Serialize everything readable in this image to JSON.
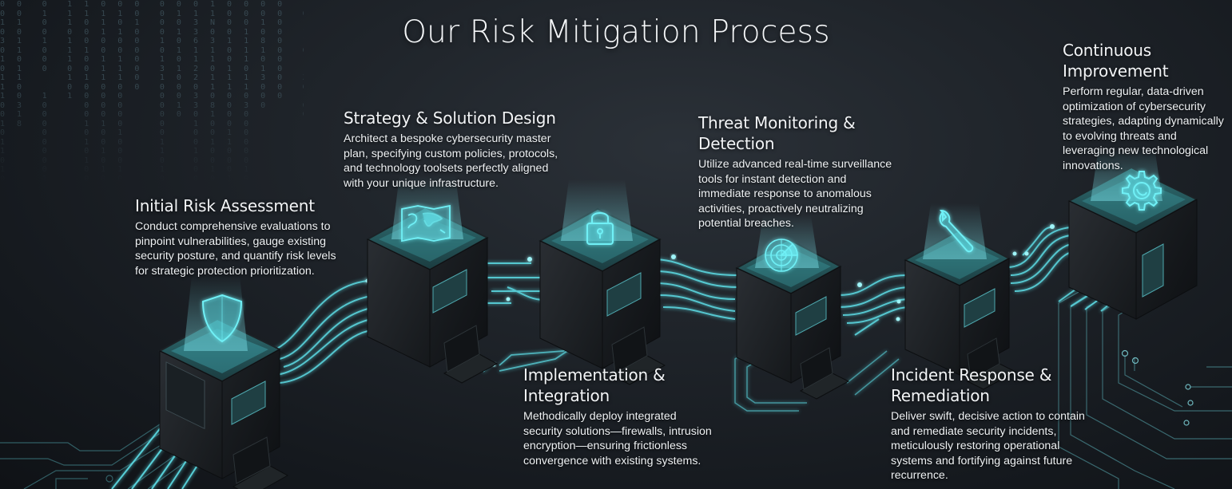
{
  "title": "Our Risk Mitigation Process",
  "colors": {
    "background": "#1a1f24",
    "accent": "#5fe3ec",
    "text": "#f2f4f6",
    "matrix_digits": "#4f6b76"
  },
  "steps": [
    {
      "index": 1,
      "title": "Initial Risk Assessment",
      "description": "Conduct comprehensive evaluations to pinpoint vulnerabilities, gauge existing security posture, and quantify risk levels for strategic protection prioritization.",
      "icon": "shield-icon"
    },
    {
      "index": 2,
      "title": "Strategy & Solution Design",
      "description": "Architect a bespoke cybersecurity master plan, specifying custom policies, protocols, and technology toolsets perfectly aligned with your unique infrastructure.",
      "icon": "world-map-icon"
    },
    {
      "index": 3,
      "title_line1": "Implementation &",
      "title_line2": "Integration",
      "description": "Methodically deploy integrated security solutions—firewalls, intrusion encryption—ensuring frictionless convergence with existing systems.",
      "icon": "padlock-icon"
    },
    {
      "index": 4,
      "title_line1": "Threat Monitoring &",
      "title_line2": "Detection",
      "description": "Utilize advanced real-time surveillance tools for instant detection and immediate response to anomalous activities, proactively neutralizing potential breaches.",
      "icon": "radar-icon"
    },
    {
      "index": 5,
      "title_line1": "Incident Response &",
      "title_line2": "Remediation",
      "description": "Deliver swift, decisive action to contain and remediate security incidents, meticulously restoring operational systems and fortifying against future recurrence.",
      "icon": "wrench-icon"
    },
    {
      "index": 6,
      "title_line1": "Continuous",
      "title_line2": "Improvement",
      "description": "Perform regular, data-driven optimization of cybersecurity strategies, adapting dynamically to evolving threats and leveraging new technological innovations.",
      "icon": "gear-icon"
    }
  ],
  "matrix": "0 0  0  1 1 0 0 0  0 0 0 1 0 0 0 0  1 0 0 0\n0 0  1  1 1 1 1 0  0 1 1 1 0 0 0 0  0 1 0 1\n1 1  0  1 0 1 0 1  0 0 3 N 0 0 1 0  1 0 0 1\n0 0  0  0 0 1 1 0  0 1 3 0 0 1 0 0  1 0 0 1\n3 1  1  1 0 0 0 0  1 0 6 3 1 1 8 0  1 1 0 1\n0 1  0  1 1 0 0 0  0 1 1 1 0 1 1 0  0 0 0 0\n1 0  0  1 0 1 1 0  1 0 1 1 0 1 0 0  1 1 1 0\n0 1  0  0 0 1 1 0  3 1 2 0 1 0 1 0  1 1 0 0\n1 1     1 1 1 1 0  1 0 2 1 1 1 3 0  3 0 1 0\n1 0     0 0 0 0 0  0 0 0 1 1 1 0 0  0 1 0 1\n1 0  1  1 0 0 0    0 0 3 0 0 0 0 0  1 0 0 0\n0 3  0    0 0 0    0 1 3 8 0 3 0    0 1 0 0\n0 1  0    0 0 0    0 0 0 1 0 0      0 0 0 1\n1 8  0    1 1 0    0   1 0 0 0      1 0   0\n0    0    0 0 1    0   0 0 1 0        0   0\n1    0    1 0 0    1   0 1 1 0        0   0\n1    0    0 1 0    1   1 0 0 0        1   0\n0    0    1 0 0    0   0 0 0 0        0   0\n1    0    0 1 1    1   0 1 0 1        1   1\n0    1    0 0 0    0   0 0 1 0        0   0"
}
